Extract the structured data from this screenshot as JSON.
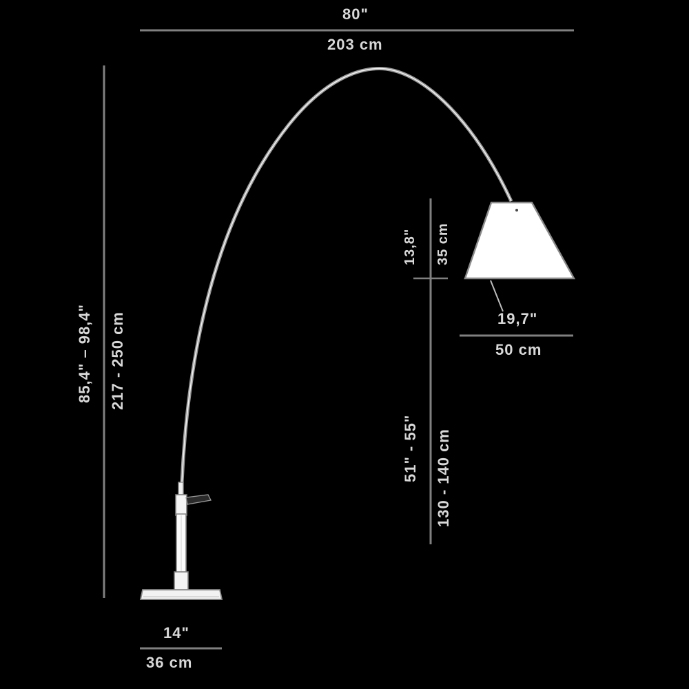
{
  "diagram": {
    "title": "Arc floor lamp dimension drawing",
    "background_color": "#000000",
    "line_color": "#8c8c8c",
    "text_color": "#d8d8d8",
    "shade_fill": "#ffffff"
  },
  "dimensions": {
    "reach_top_inch": "80\"",
    "reach_top_cm": "203 cm",
    "height_inch": "85,4\" – 98,4\"",
    "height_cm": "217 - 250 cm",
    "shade_height_inch": "13,8\"",
    "shade_height_cm": "35 cm",
    "shade_width_inch": "19,7\"",
    "shade_width_cm": "50 cm",
    "hang_height_inch": "51\" - 55\"",
    "hang_height_cm": "130 - 140 cm",
    "base_width_inch": "14\"",
    "base_width_cm": "36 cm"
  },
  "parts": {
    "shade_name": "lamp-shade",
    "arc_name": "arc-arm",
    "pole_name": "telescopic-pole",
    "base_name": "base-plate",
    "lever_name": "adjustment-lever"
  }
}
